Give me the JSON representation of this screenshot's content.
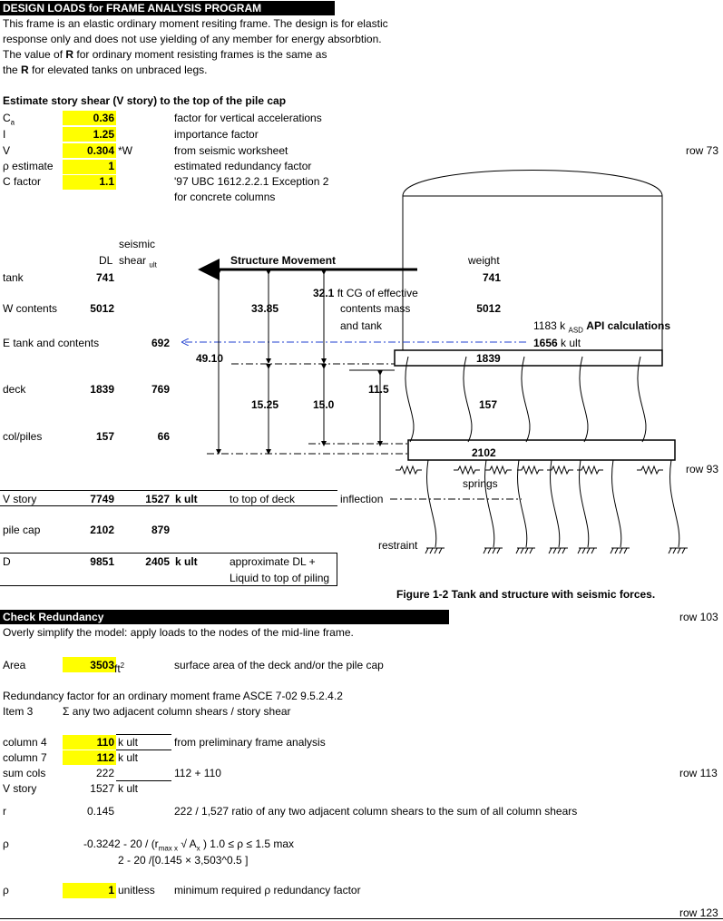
{
  "header1": "DESIGN LOADS  for FRAME ANALYSIS PROGRAM",
  "intro": [
    "This frame is an elastic ordinary moment resiting frame.  The design is for elastic",
    "response only and does not use yielding of any member for energy absorbtion.",
    "The value of ",
    "R",
    " for ordinary moment resisting frames is the same as",
    "the ",
    " for elevated tanks on unbraced legs."
  ],
  "estimate": {
    "title": "Estimate story shear (V story) to the top of the pile cap",
    "rows": [
      {
        "label": "C",
        "sub": "a",
        "value": "0.36",
        "unit": "",
        "desc": "factor for vertical accelerations"
      },
      {
        "label": "I",
        "value": "1.25",
        "unit": "",
        "desc": "importance factor"
      },
      {
        "label": "V",
        "value": "0.304",
        "unit": "*W",
        "desc": "from seismic worksheet"
      },
      {
        "label": "ρ estimate",
        "value": "1",
        "unit": "",
        "desc": "estimated redundancy factor"
      },
      {
        "label": "C factor",
        "value": "1.1",
        "unit": "",
        "desc": " '97 UBC 1612.2.2.1 Exception 2"
      }
    ],
    "desc_extra": "for concrete columns",
    "row73": "row 73"
  },
  "forces": {
    "hdr_seismic": "seismic",
    "hdr_dl": "DL",
    "hdr_shear": "shear",
    "hdr_shear_sub": "ult",
    "hdr_weight": "weight",
    "tank": {
      "label": "tank",
      "dl": "741",
      "weight": "741"
    },
    "wcontents": {
      "label": "W contents",
      "dl": "5012",
      "weight": "5012"
    },
    "etank": {
      "label": "E tank and contents",
      "shear": "692"
    },
    "deck": {
      "label": "deck",
      "dl": "1839",
      "shear": "769"
    },
    "colpiles": {
      "label": "col/piles",
      "dl": "157",
      "shear": "66"
    }
  },
  "figure": {
    "movement": "Structure Movement",
    "cg_value": "32.1",
    "cg_text": " ft CG of effective",
    "cg_text2": "contents mass",
    "cg_text3": "and tank",
    "dim_33": "33.85",
    "dim_49": "49.10",
    "dim_1525": "15.25",
    "dim_150": "15.0",
    "dim_115": "11.5",
    "k_asd_val": "1183",
    "k_asd_unit": " k",
    "k_asd_sub": "ASD",
    "api": "API calculations",
    "k_ult_val": "1656",
    "k_ult_unit": " k ult",
    "deck_weight": "1839",
    "col_weight": "157",
    "cap_weight": "2102",
    "springs": "springs",
    "inflection": "inflection",
    "restraint": "restraint",
    "caption": "Figure 1-2  Tank and structure with seismic forces.",
    "row93": "row 93"
  },
  "summary": {
    "vstory": {
      "label": "V story",
      "dl": "7749",
      "shear": "1527",
      "unit": "k ult",
      "desc": "to top of deck"
    },
    "pilecap": {
      "label": "pile cap",
      "dl": "2102",
      "shear": "879"
    },
    "d": {
      "label": "D",
      "dl": "9851",
      "shear": "2405",
      "unit": "k ult",
      "desc": "approximate DL +",
      "desc2": "Liquid to top of piling"
    }
  },
  "redundancy": {
    "header": "Check Redundancy",
    "row103": "row 103",
    "intro": "Overly simplify the model:  apply loads to  the nodes of the mid-line frame.",
    "area_label": "Area",
    "area_value": "3503",
    "area_unit": " ft",
    "area_sup": "2",
    "area_desc": "surface area of the deck  and/or the pile cap",
    "factor_line": "Redundancy factor for an ordinary moment frame  ASCE 7-02 9.5.2.4.2",
    "item3": "Item 3",
    "item3_desc": "Σ any two adjacent column shears / story shear",
    "col4": {
      "label": "column 4",
      "value": "110",
      "unit": "k ult",
      "desc": "from preliminary frame analysis"
    },
    "col7": {
      "label": "column 7",
      "value": "112",
      "unit": "k ult"
    },
    "sumcols": {
      "label": "sum cols",
      "value": "222",
      "desc": "112 + 110"
    },
    "row113": "row 113",
    "vstory": {
      "label": "V story",
      "value": "1527",
      "unit": "k ult"
    },
    "r": {
      "label": "r",
      "value": "0.145",
      "desc": "222 / 1,527  ratio of any two adjacent column shears to the sum of all column shears"
    },
    "rho": {
      "label": "ρ",
      "value": "-0.324",
      "f1a": " 2 - 20 / (r",
      "f1sub": "max x",
      "f1b": " √ A",
      "f1sub2": "x",
      "f1c": " )   1.0 ≤ ρ ≤ 1.5 max",
      "f2": "2 - 20 /[0.145   × 3,503^0.5 ]"
    },
    "rho2": {
      "label": "ρ",
      "value": "1",
      "unit": "unitless",
      "desc": "minimum required ρ redundancy factor"
    },
    "row123": "row 123"
  }
}
